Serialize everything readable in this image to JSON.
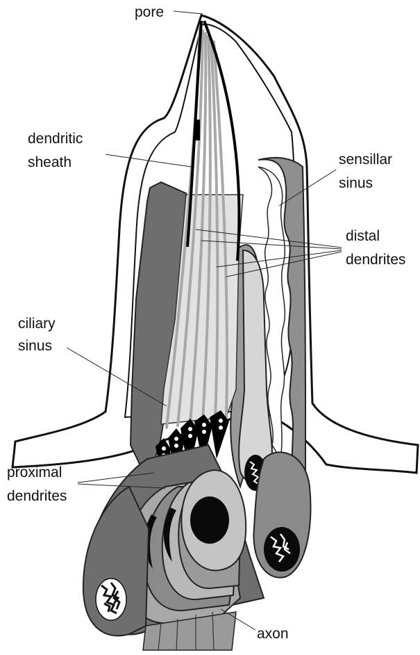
{
  "labels": {
    "pore": "pore",
    "dendritic_sheath": [
      "dendritic",
      "sheath"
    ],
    "sensillar_sinus": [
      "sensillar",
      "sinus"
    ],
    "distal_dendrites": [
      "distal",
      "dendrites"
    ],
    "ciliary_sinus": [
      "ciliary",
      "sinus"
    ],
    "proximal_dendrites": [
      "proximal",
      "dendrites"
    ],
    "axon": "axon"
  },
  "colors": {
    "background": "#ffffff",
    "outline": "#111111",
    "dark_gray": "#6e6e6e",
    "mid_gray": "#9a9a9a",
    "light_gray": "#c8c8c8",
    "pale_gray": "#e2e2e2",
    "nucleus": "#0a0a0a"
  }
}
